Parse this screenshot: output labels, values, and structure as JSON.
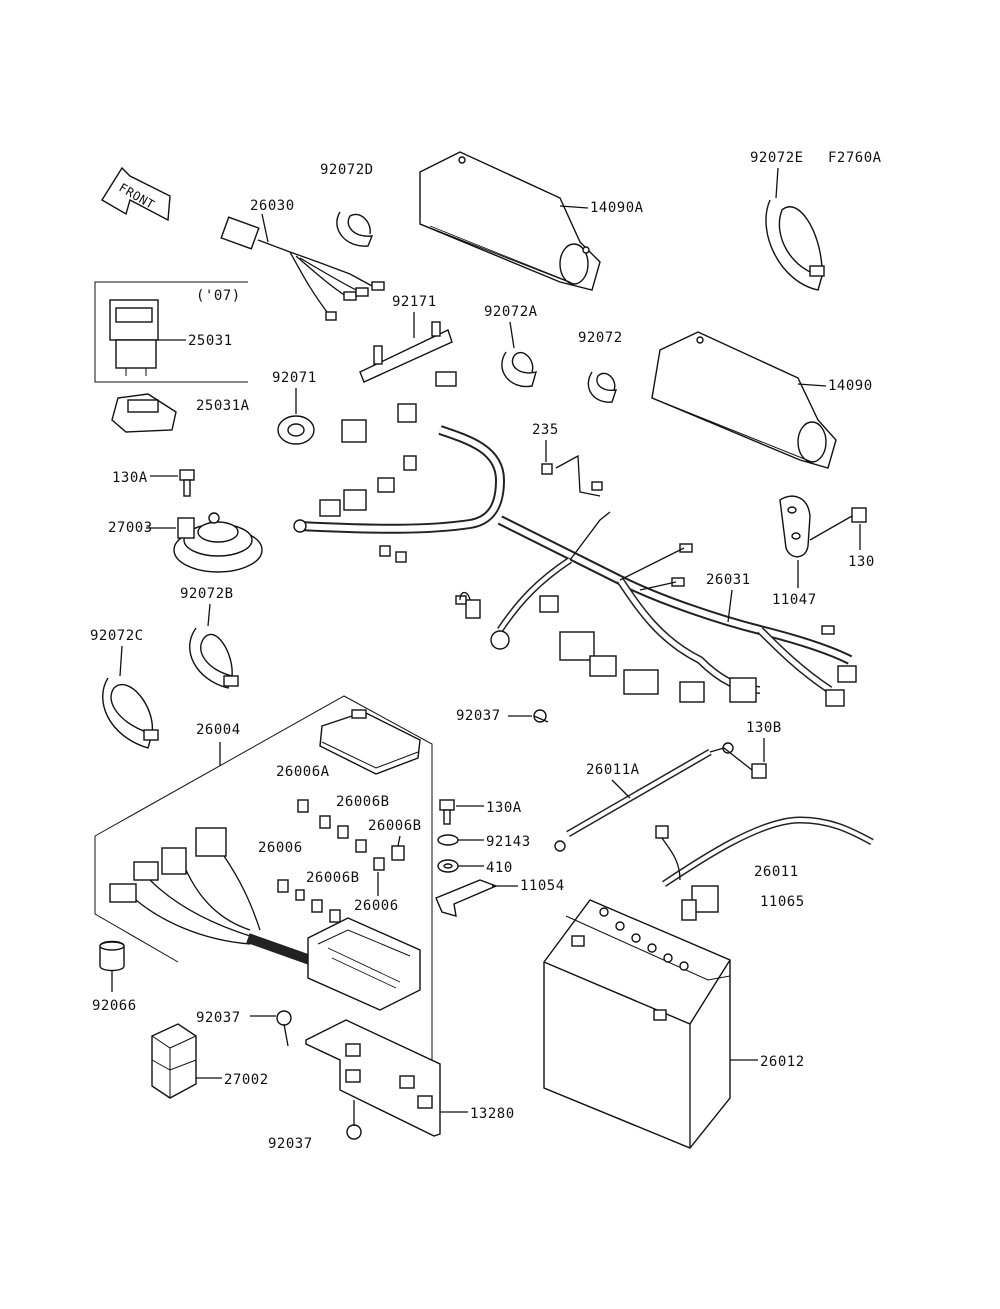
{
  "figure_code": "F2760A",
  "front_arrow_text": "FRONT",
  "year_note": "('07)",
  "part_labels": [
    "92072D",
    "26030",
    "14090A",
    "92072E",
    "25031",
    "25031A",
    "92171",
    "92072A",
    "92072",
    "14090",
    "92071",
    "235",
    "130A",
    "27003",
    "130",
    "11047",
    "26031",
    "92072B",
    "92072C",
    "26004",
    "92037",
    "26006A",
    "130B",
    "26006B",
    "26011A",
    "130A",
    "26006B",
    "92143",
    "26006",
    "26006B",
    "410",
    "26011",
    "26006",
    "11054",
    "11065",
    "92066",
    "92037",
    "26012",
    "27002",
    "13280",
    "92037"
  ]
}
